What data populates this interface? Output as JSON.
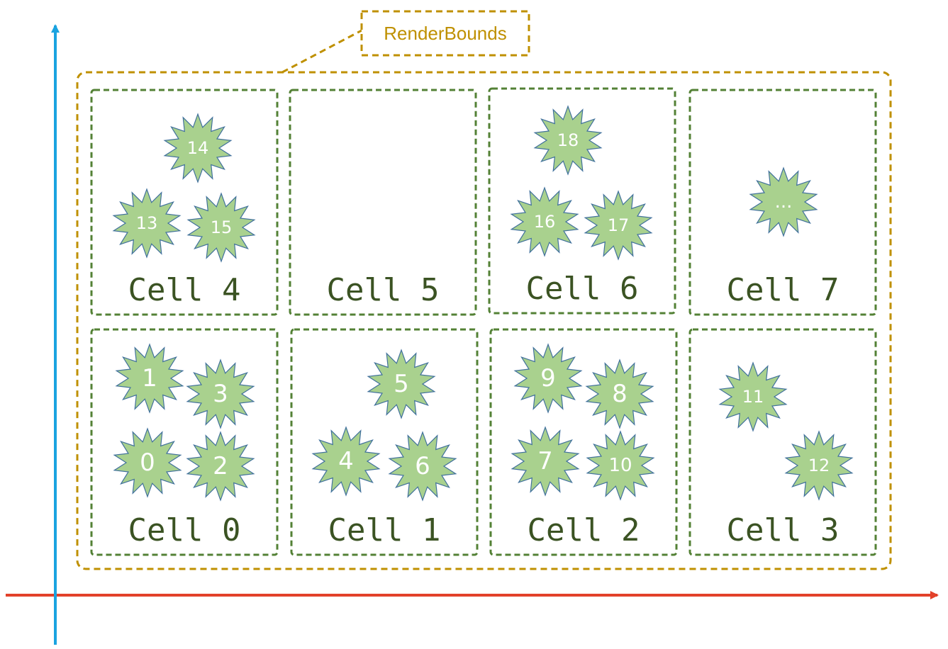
{
  "colors": {
    "bounds": "#bf9000",
    "cell_border": "#538135",
    "star_fill": "#a9d18e",
    "star_stroke": "#41719c",
    "x_axis": "#e2412a",
    "y_axis": "#1aa3e0",
    "cell_text": "#3b5323"
  },
  "render_bounds": {
    "label": "RenderBounds"
  },
  "cells": [
    {
      "label": "Cell 4",
      "items": [
        "13",
        "14",
        "15"
      ]
    },
    {
      "label": "Cell 5",
      "items": []
    },
    {
      "label": "Cell 6",
      "items": [
        "16",
        "17",
        "18"
      ]
    },
    {
      "label": "Cell 7",
      "items": [
        "..."
      ]
    },
    {
      "label": "Cell 0",
      "items": [
        "0",
        "1",
        "2",
        "3"
      ]
    },
    {
      "label": "Cell 1",
      "items": [
        "4",
        "5",
        "6"
      ]
    },
    {
      "label": "Cell 2",
      "items": [
        "7",
        "8",
        "9",
        "10"
      ]
    },
    {
      "label": "Cell 3",
      "items": [
        "11",
        "12"
      ]
    }
  ]
}
